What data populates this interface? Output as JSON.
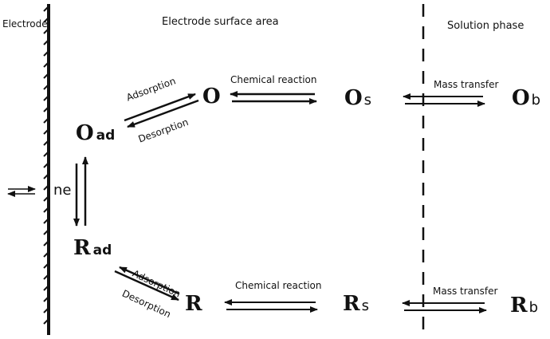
{
  "regions": {
    "electrode": "Electrode",
    "surface": "Electrode surface area",
    "solution": "Solution phase"
  },
  "species": {
    "o_ad": {
      "main": "O",
      "sub": "ad"
    },
    "r_ad": {
      "main": "R",
      "sub": "ad"
    },
    "o": "O",
    "r": "R",
    "o_s": {
      "main": "O",
      "sub": "s"
    },
    "r_s": {
      "main": "R",
      "sub": "s"
    },
    "o_b": {
      "main": "O",
      "sub": "b"
    },
    "r_b": {
      "main": "R",
      "sub": "b"
    }
  },
  "electron_transfer": "ne",
  "processes": {
    "top_adsorption": "Adsorption",
    "top_desorption": "Desorption",
    "top_chemical": "Chemical reaction",
    "top_mass": "Mass transfer",
    "bottom_adsorption": "Adsorption",
    "bottom_desorption": "Desorption",
    "bottom_chemical": "Chemical reaction",
    "bottom_mass": "Mass transfer"
  },
  "colors": {
    "ink": "#111111",
    "background": "#ffffff"
  }
}
